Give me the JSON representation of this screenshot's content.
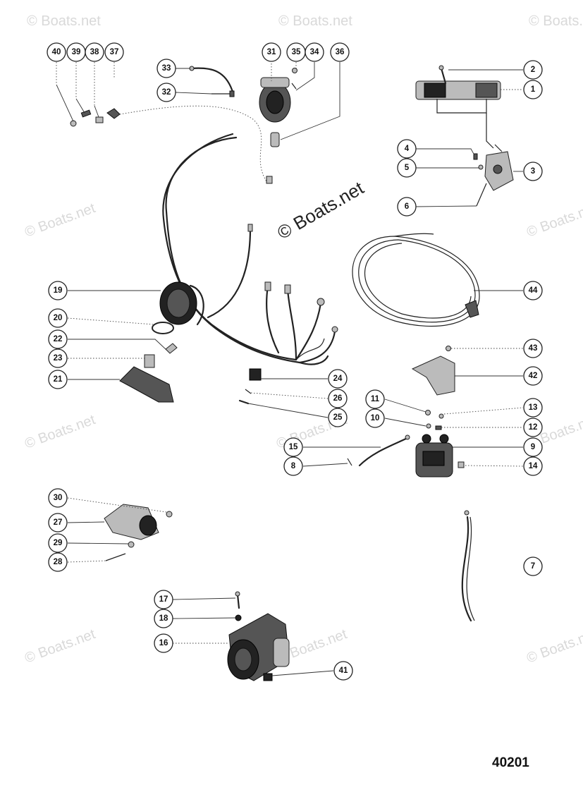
{
  "watermark": {
    "small_text": "© Boats.net",
    "main_text": "© Boats.net"
  },
  "figure_number": "40201",
  "callouts": [
    {
      "id": "c40",
      "label": "40"
    },
    {
      "id": "c39",
      "label": "39"
    },
    {
      "id": "c38",
      "label": "38"
    },
    {
      "id": "c37",
      "label": "37"
    },
    {
      "id": "c33",
      "label": "33"
    },
    {
      "id": "c32",
      "label": "32"
    },
    {
      "id": "c31",
      "label": "31"
    },
    {
      "id": "c35",
      "label": "35"
    },
    {
      "id": "c34",
      "label": "34"
    },
    {
      "id": "c36",
      "label": "36"
    },
    {
      "id": "c2",
      "label": "2"
    },
    {
      "id": "c1",
      "label": "1"
    },
    {
      "id": "c4",
      "label": "4"
    },
    {
      "id": "c5",
      "label": "5"
    },
    {
      "id": "c3",
      "label": "3"
    },
    {
      "id": "c6",
      "label": "6"
    },
    {
      "id": "c19",
      "label": "19"
    },
    {
      "id": "c44",
      "label": "44"
    },
    {
      "id": "c20",
      "label": "20"
    },
    {
      "id": "c22",
      "label": "22"
    },
    {
      "id": "c23",
      "label": "23"
    },
    {
      "id": "c21",
      "label": "21"
    },
    {
      "id": "c43",
      "label": "43"
    },
    {
      "id": "c42",
      "label": "42"
    },
    {
      "id": "c24",
      "label": "24"
    },
    {
      "id": "c26",
      "label": "26"
    },
    {
      "id": "c25",
      "label": "25"
    },
    {
      "id": "c11",
      "label": "11"
    },
    {
      "id": "c10",
      "label": "10"
    },
    {
      "id": "c13",
      "label": "13"
    },
    {
      "id": "c12",
      "label": "12"
    },
    {
      "id": "c15",
      "label": "15"
    },
    {
      "id": "c9",
      "label": "9"
    },
    {
      "id": "c8",
      "label": "8"
    },
    {
      "id": "c14",
      "label": "14"
    },
    {
      "id": "c30",
      "label": "30"
    },
    {
      "id": "c27",
      "label": "27"
    },
    {
      "id": "c29",
      "label": "29"
    },
    {
      "id": "c28",
      "label": "28"
    },
    {
      "id": "c7",
      "label": "7"
    },
    {
      "id": "c17",
      "label": "17"
    },
    {
      "id": "c18",
      "label": "18"
    },
    {
      "id": "c16",
      "label": "16"
    },
    {
      "id": "c41",
      "label": "41"
    }
  ]
}
